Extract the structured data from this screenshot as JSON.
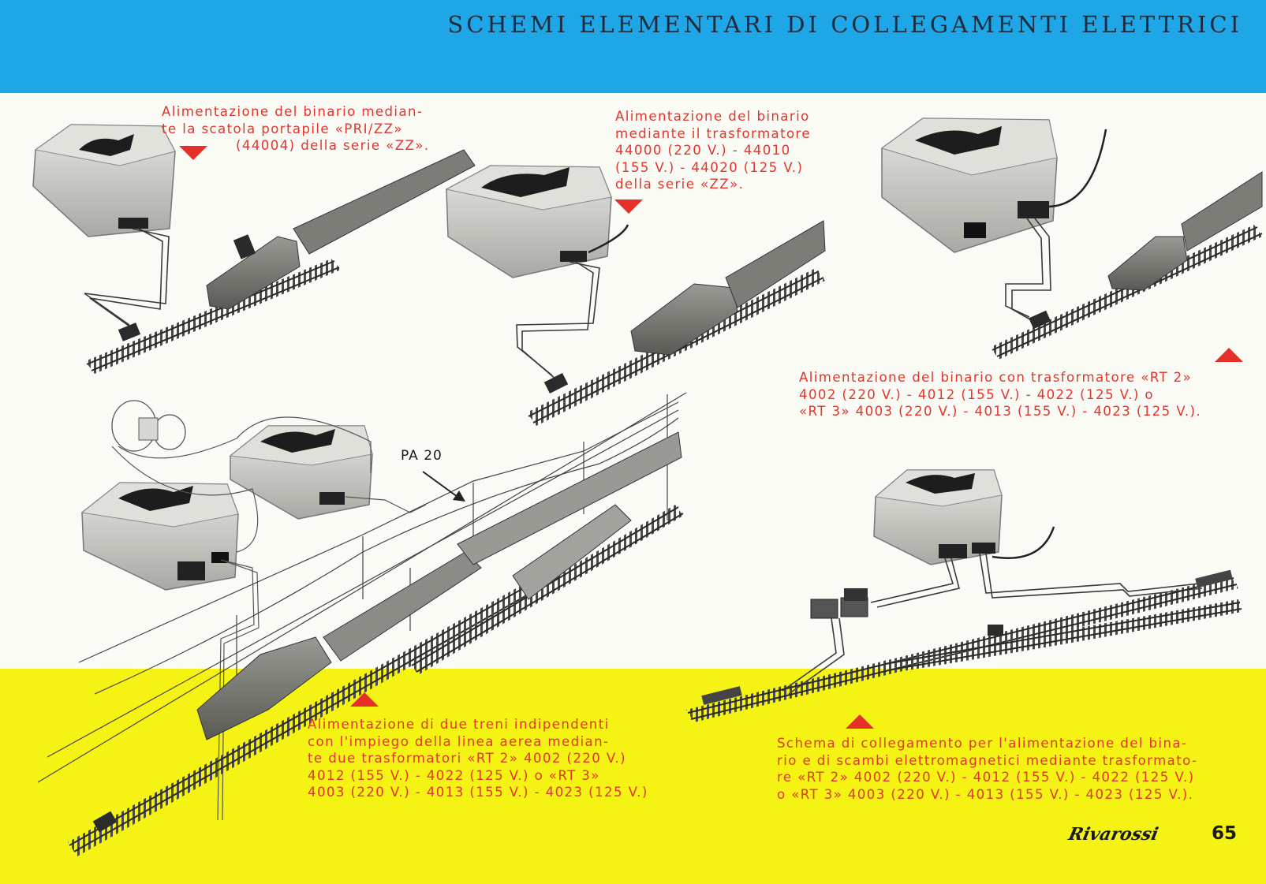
{
  "header": {
    "title": "SCHEMI ELEMENTARI DI COLLEGAMENTI ELETTRICI"
  },
  "diagrams": [
    {
      "caption_lines": [
        "Alimentazione del binario median-",
        "te la scatola portapile «PRI/ZZ»",
        "(44004) della serie «ZZ»."
      ],
      "marker": "triangle-down"
    },
    {
      "caption_lines": [
        "Alimentazione del binario",
        "mediante il trasformatore",
        "44000 (220 V.) - 44010",
        "(155 V.) - 44020 (125 V.)",
        "della serie «ZZ»."
      ],
      "marker": "triangle-down"
    },
    {
      "caption_lines": [
        "Alimentazione del binario con trasformatore «RT 2»",
        "4002 (220 V.) - 4012 (155 V.) - 4022 (125 V.) o",
        "«RT 3» 4003 (220 V.) - 4013 (155 V.) - 4023 (125 V.)."
      ],
      "marker": "triangle-up"
    },
    {
      "caption_lines": [
        "Alimentazione di due treni indipendenti",
        "con l'impiego della linea aerea median-",
        "te due trasformatori «RT 2» 4002 (220 V.)",
        "4012 (155 V.) - 4022 (125 V.) o «RT 3»",
        "4003 (220 V.) - 4013 (155 V.) - 4023 (125 V.)"
      ],
      "marker": "triangle-up",
      "callout": "PA 20"
    },
    {
      "caption_lines": [
        "Schema di collegamento per l'alimentazione del bina-",
        "rio e di scambi elettromagnetici mediante trasformato-",
        "re «RT 2» 4002 (220 V.) - 4012 (155 V.) - 4022 (125 V.)",
        "o «RT 3» 4003 (220 V.) - 4013 (155 V.) - 4023 (125 V.)."
      ],
      "marker": "triangle-up"
    }
  ],
  "footer": {
    "brand": "Rivarossi",
    "page_number": "65"
  },
  "colors": {
    "header_band": "#1fa6e6",
    "body_band": "#fbfbf5",
    "footer_band": "#f4f314",
    "caption_text": "#e1362d",
    "marker": "#e5302a"
  },
  "icons": [
    "battery-box-icon",
    "transformer-icon",
    "locomotive-icon",
    "track-icon",
    "catenary-icon",
    "switch-icon"
  ]
}
